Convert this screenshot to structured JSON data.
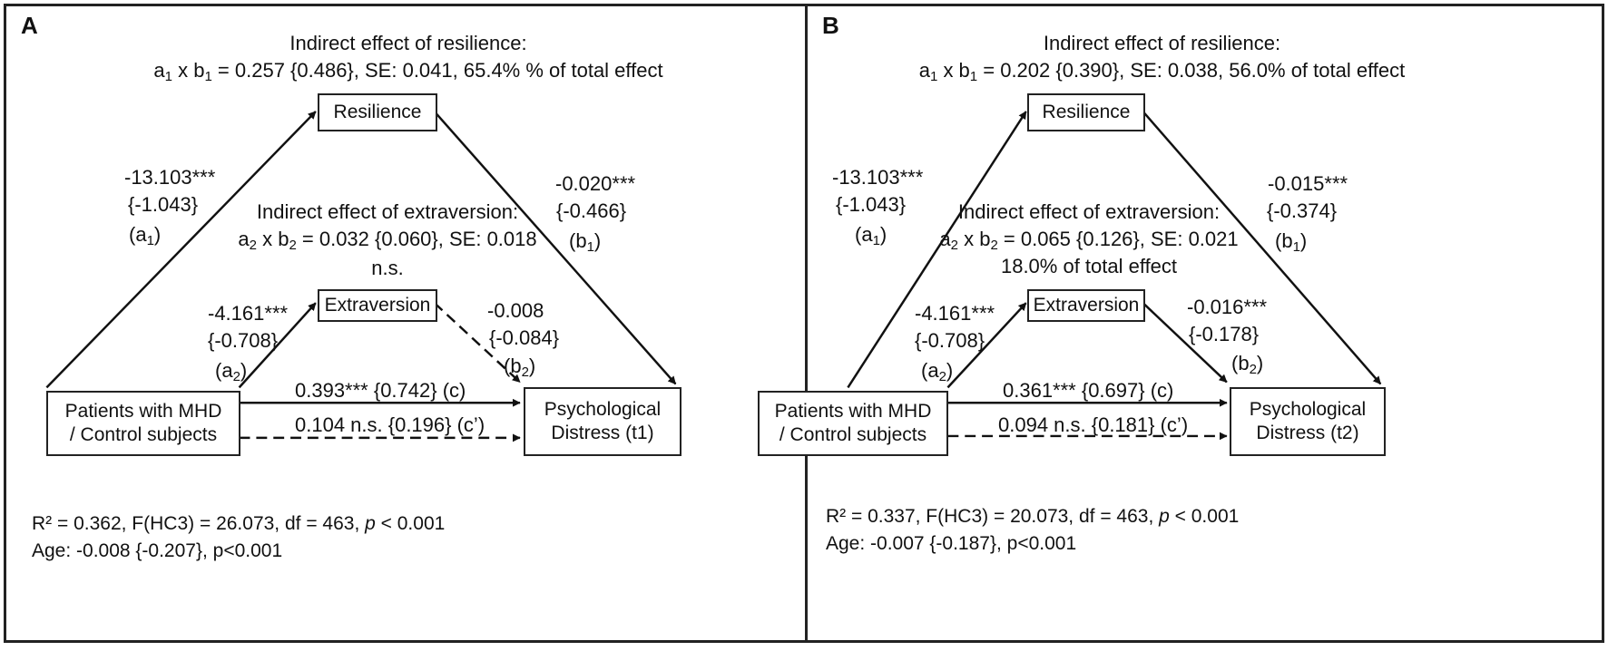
{
  "panels": [
    {
      "letter": "A",
      "indirect_resilience": {
        "title": "Indirect effect of resilience:",
        "prefix1": "a",
        "sub1": "1",
        "mid": " x b",
        "sub2": "1",
        "rest": " = 0.257 {0.486}, SE: 0.041, 65.4% % of total effect"
      },
      "indirect_extraversion": {
        "title": "Indirect effect of extraversion:",
        "prefix1": "a",
        "sub1": "2",
        "mid": " x b",
        "sub2": "2",
        "rest": " = 0.032 {0.060}, SE: 0.018",
        "note": "n.s."
      },
      "nodes": {
        "resilience": "Resilience",
        "extraversion": "Extraversion",
        "group_line1": "Patients with MHD",
        "group_line2": "/ Control subjects",
        "distress_line1": "Psychological",
        "distress_line2": "Distress (t1)"
      },
      "paths": {
        "a1": {
          "coef": "-13.103***",
          "std": "{-1.043}",
          "label": "(a",
          "sub": "1",
          "close": ")"
        },
        "b1": {
          "coef": "-0.020***",
          "std": "{-0.466}",
          "label": "(b",
          "sub": "1",
          "close": ")"
        },
        "a2": {
          "coef": "-4.161***",
          "std": "{-0.708}",
          "label": "(a",
          "sub": "2",
          "close": ")"
        },
        "b2": {
          "coef": "-0.008",
          "std": "{-0.084}",
          "label": "(b",
          "sub": "2",
          "close": ")",
          "significant": false
        },
        "c": "0.393*** {0.742} (c)",
        "c_prime": "0.104 n.s. {0.196} (c’)"
      },
      "footer": {
        "r2_pre": "R² = 0.362, F(HC3) = 26.073, df = 463, ",
        "p": "p",
        "r2_post": " < 0.001",
        "age": "Age: -0.008 {-0.207}, p<0.001"
      }
    },
    {
      "letter": "B",
      "indirect_resilience": {
        "title": "Indirect effect of resilience:",
        "prefix1": "a",
        "sub1": "1",
        "mid": " x b",
        "sub2": "1",
        "rest": " = 0.202 {0.390}, SE: 0.038, 56.0% of total effect"
      },
      "indirect_extraversion": {
        "title": "Indirect effect of extraversion:",
        "prefix1": "a",
        "sub1": "2",
        "mid": " x b",
        "sub2": "2",
        "rest": " = 0.065 {0.126}, SE: 0.021",
        "note": "18.0% of total effect"
      },
      "nodes": {
        "resilience": "Resilience",
        "extraversion": "Extraversion",
        "group_line1": "Patients with MHD",
        "group_line2": "/ Control subjects",
        "distress_line1": "Psychological",
        "distress_line2": "Distress (t2)"
      },
      "paths": {
        "a1": {
          "coef": "-13.103***",
          "std": "{-1.043}",
          "label": "(a",
          "sub": "1",
          "close": ")"
        },
        "b1": {
          "coef": "-0.015***",
          "std": "{-0.374}",
          "label": "(b",
          "sub": "1",
          "close": ")"
        },
        "a2": {
          "coef": "-4.161***",
          "std": "{-0.708}",
          "label": "(a",
          "sub": "2",
          "close": ")"
        },
        "b2": {
          "coef": "-0.016***",
          "std": "{-0.178}",
          "label": "(b",
          "sub": "2",
          "close": ")",
          "significant": true
        },
        "c": "0.361*** {0.697} (c)",
        "c_prime": "0.094 n.s. {0.181} (c’)"
      },
      "footer": {
        "r2_pre": "R² = 0.337, F(HC3) = 20.073, df = 463, ",
        "p": "p",
        "r2_post": " < 0.001",
        "age": "Age: -0.007 {-0.187}, p<0.001"
      }
    }
  ]
}
